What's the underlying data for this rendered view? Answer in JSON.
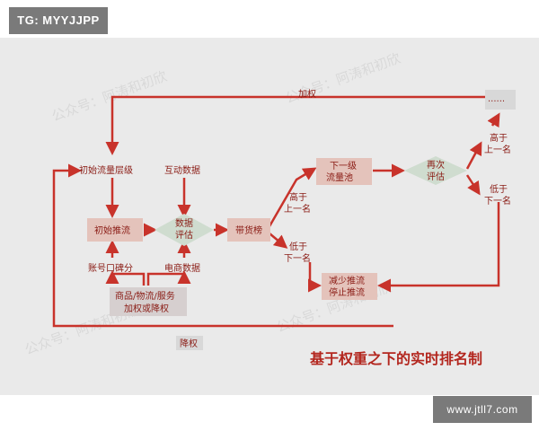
{
  "header_badge": "TG: MYYJJPP",
  "footer_badge": "www.jtll7.com",
  "diagram": {
    "title": "基于权重之下的实时排名制",
    "nodes": {
      "init_level": "初始流量层级",
      "interaction": "互动数据",
      "init_push": "初始推流",
      "data_eval": [
        "数据",
        "评估"
      ],
      "sales_rank": "带货榜",
      "account_score": "账号口碑分",
      "ecom_data": "电商数据",
      "goods_box": [
        "商品/物流/服务",
        "加权或降权"
      ],
      "next_pool": [
        "下一级",
        "流量池"
      ],
      "re_eval": [
        "再次",
        "评估"
      ],
      "dots": "......",
      "reduce": [
        "减少推流",
        "停止推流"
      ]
    },
    "edge_labels": {
      "boost": "加权",
      "demote": "降权",
      "higher_1": [
        "高于",
        "上一名"
      ],
      "lower_1": [
        "低于",
        "下一名"
      ],
      "higher_2": [
        "高于",
        "上一名"
      ],
      "lower_2": [
        "低于",
        "下一名"
      ]
    },
    "watermark": "公众号：阿涛和初欣"
  },
  "colors": {
    "arrow": "#c8332b",
    "box_fill": "#e4c3bb",
    "diamond_fill": "#cfdccf",
    "text": "#8a1b14"
  }
}
